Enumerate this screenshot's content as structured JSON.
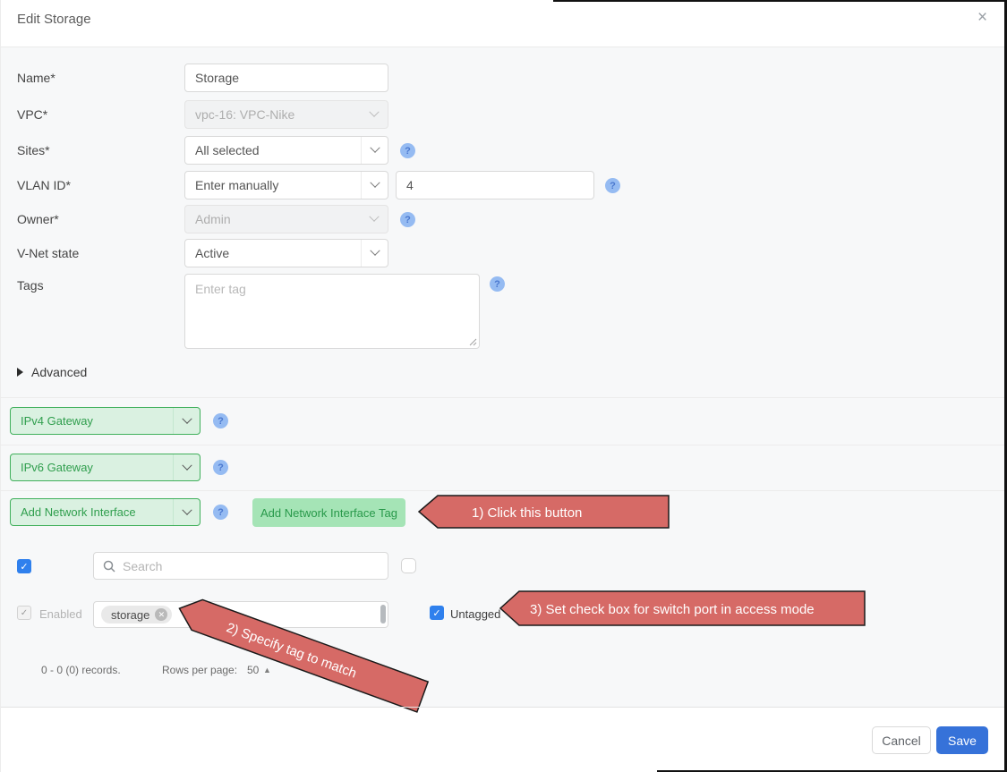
{
  "window": {
    "title": "Edit Storage",
    "close_icon": "×"
  },
  "form": {
    "name": {
      "label": "Name*",
      "value": "Storage"
    },
    "vpc": {
      "label": "VPC*",
      "value": "vpc-16: VPC-Nike"
    },
    "sites": {
      "label": "Sites*",
      "value": "All selected"
    },
    "vlan": {
      "label": "VLAN ID*",
      "mode": "Enter manually",
      "value": "4"
    },
    "owner": {
      "label": "Owner*",
      "value": "Admin"
    },
    "vnet_state": {
      "label": "V-Net state",
      "value": "Active"
    },
    "tags": {
      "label": "Tags",
      "placeholder": "Enter tag"
    },
    "advanced_label": "Advanced"
  },
  "gateway_section": {
    "ipv4_select": "IPv4 Gateway",
    "ipv6_select": "IPv6 Gateway",
    "interface_select": "Add Network Interface",
    "add_tag_button": "Add Network Interface Tag"
  },
  "annotations": {
    "step1": "1) Click this button",
    "step2": "2) Specify tag to match",
    "step3": "3) Set check box for switch port in access mode"
  },
  "ports_table": {
    "search_placeholder": "Search",
    "enabled_label": "Enabled",
    "tag_chip": "storage",
    "tag_chip_remove": "✕",
    "untagged_label": "Untagged",
    "records_text": "0 - 0 (0) records.",
    "rows_per_page_label": "Rows per page:",
    "rows_per_page_value": "50",
    "sort_arrow": "▲"
  },
  "footer": {
    "cancel_label": "Cancel",
    "save_label": "Save"
  },
  "icons": {
    "help": "?",
    "checkmark": "✓"
  },
  "colors": {
    "accent_blue": "#2f80ed",
    "save_blue": "#3672d9",
    "green_text": "#2f9e4d",
    "green_bg": "#daf1e1",
    "green_border": "#41b05c",
    "green_button_bg": "#a5e4b6",
    "annotation_red": "#d66a66",
    "help_icon_bg": "#95bbf2",
    "body_bg": "#f7f8f9"
  }
}
